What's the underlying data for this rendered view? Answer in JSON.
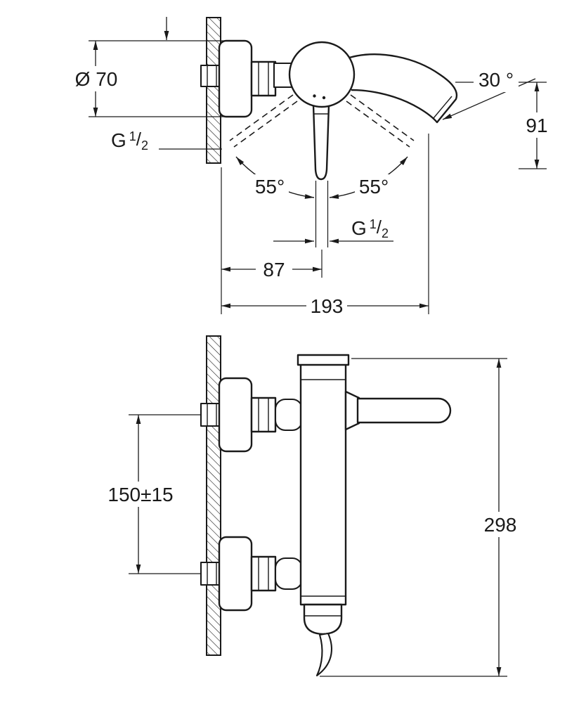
{
  "page": {
    "background": "#ffffff",
    "line_color": "#1a1a1a"
  },
  "top_view": {
    "flange_diameter": "Ø 70",
    "spout_angle": "30 °",
    "spout_height": "91",
    "swing_angle_left": "55°",
    "swing_angle_right": "55°",
    "wall_to_handle_center": "87",
    "wall_to_spout_tip": "193"
  },
  "side_view": {
    "connection_spacing": "150±15",
    "total_height": "298"
  },
  "thread_label": {
    "prefix": "G",
    "numerator": "1",
    "slash": "/",
    "denominator": "2"
  }
}
